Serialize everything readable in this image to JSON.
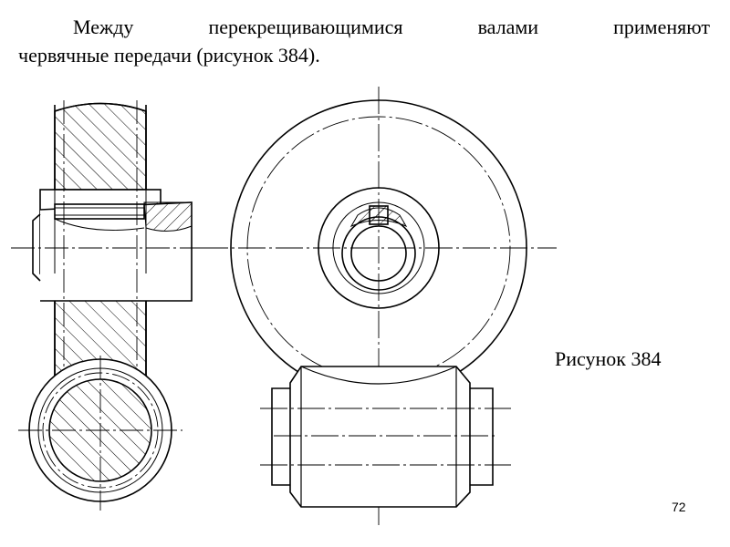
{
  "text": {
    "line1_words": [
      "Между",
      "перекрещивающимися",
      "валами",
      "применяют"
    ],
    "line2": "червячные передачи (рисунок 384)."
  },
  "figure": {
    "caption": "Рисунок 384",
    "subject": "worm gear drawing"
  },
  "page_number": "72"
}
